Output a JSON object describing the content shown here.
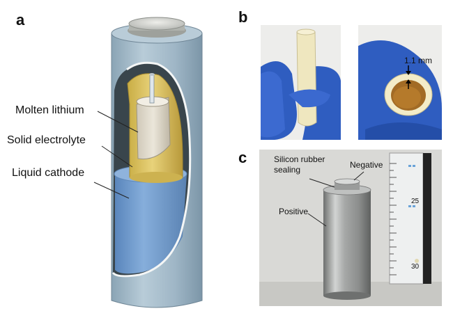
{
  "panels": {
    "a": {
      "letter": "a",
      "labels": {
        "molten_lithium": "Molten lithium",
        "solid_electrolyte": "Solid electrolyte",
        "liquid_cathode": "Liquid cathode"
      }
    },
    "b": {
      "letter": "b",
      "thickness_label": "1.1 mm"
    },
    "c": {
      "letter": "c",
      "labels": {
        "sealing_line1": "Silicon rubber",
        "sealing_line2": "sealing",
        "negative": "Negative",
        "positive": "Positive"
      },
      "ruler_numbers": [
        "25",
        "30"
      ]
    }
  },
  "colors": {
    "tube_blue": "#9fb8c8",
    "cathode_blue": "#6f9ccc",
    "electrolyte_yellow": "#d8c060",
    "lithium_beige": "#ddd6c6",
    "glove_blue": "#2f5dc0",
    "steel": "#a8aaa8"
  }
}
